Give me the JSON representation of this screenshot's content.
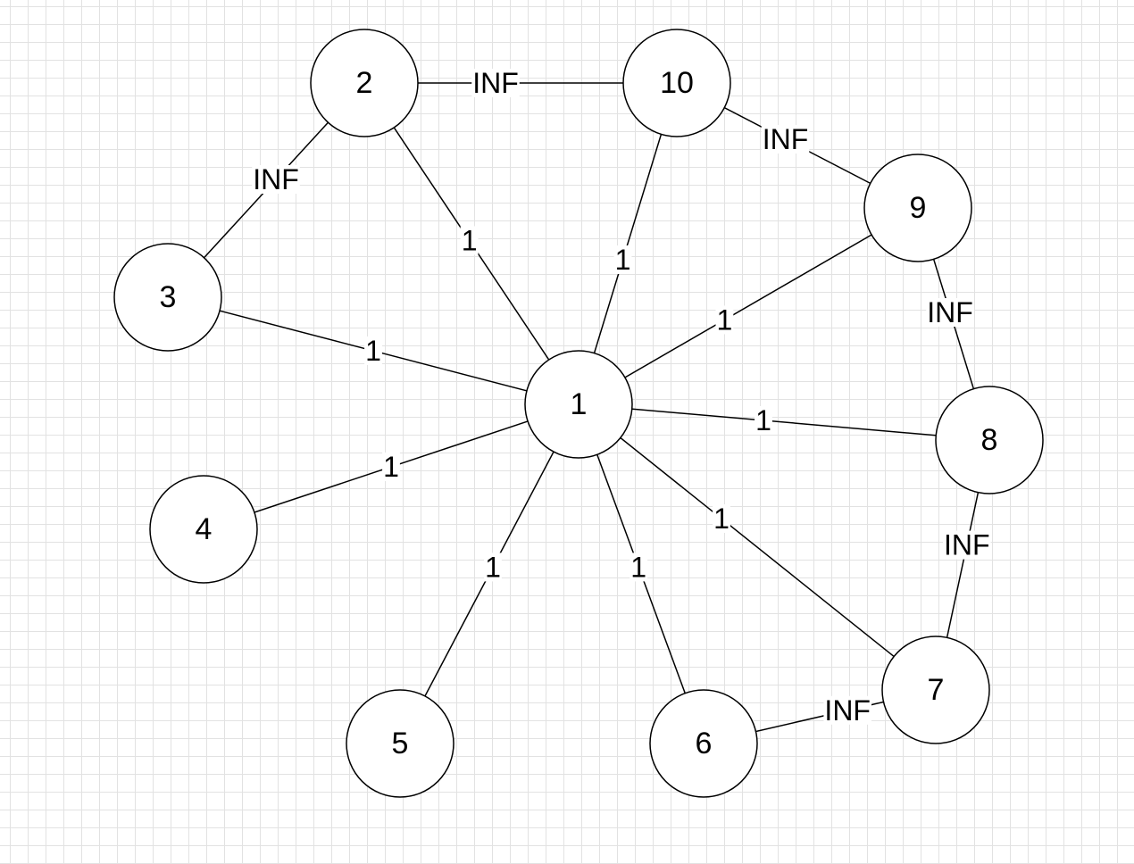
{
  "diagram": {
    "nodes": [
      {
        "id": "1",
        "label": "1"
      },
      {
        "id": "2",
        "label": "2"
      },
      {
        "id": "3",
        "label": "3"
      },
      {
        "id": "4",
        "label": "4"
      },
      {
        "id": "5",
        "label": "5"
      },
      {
        "id": "6",
        "label": "6"
      },
      {
        "id": "7",
        "label": "7"
      },
      {
        "id": "8",
        "label": "8"
      },
      {
        "id": "9",
        "label": "9"
      },
      {
        "id": "10",
        "label": "10"
      }
    ],
    "edges": [
      {
        "from": "2",
        "to": "10",
        "label": "INF"
      },
      {
        "from": "2",
        "to": "3",
        "label": "INF"
      },
      {
        "from": "10",
        "to": "9",
        "label": "INF"
      },
      {
        "from": "9",
        "to": "8",
        "label": "INF"
      },
      {
        "from": "8",
        "to": "7",
        "label": "INF"
      },
      {
        "from": "7",
        "to": "6",
        "label": "INF"
      },
      {
        "from": "1",
        "to": "2",
        "label": "1"
      },
      {
        "from": "1",
        "to": "10",
        "label": "1"
      },
      {
        "from": "1",
        "to": "9",
        "label": "1"
      },
      {
        "from": "1",
        "to": "3",
        "label": "1"
      },
      {
        "from": "1",
        "to": "8",
        "label": "1"
      },
      {
        "from": "1",
        "to": "4",
        "label": "1"
      },
      {
        "from": "1",
        "to": "7",
        "label": "1"
      },
      {
        "from": "1",
        "to": "5",
        "label": "1"
      },
      {
        "from": "1",
        "to": "6",
        "label": "1"
      }
    ]
  }
}
